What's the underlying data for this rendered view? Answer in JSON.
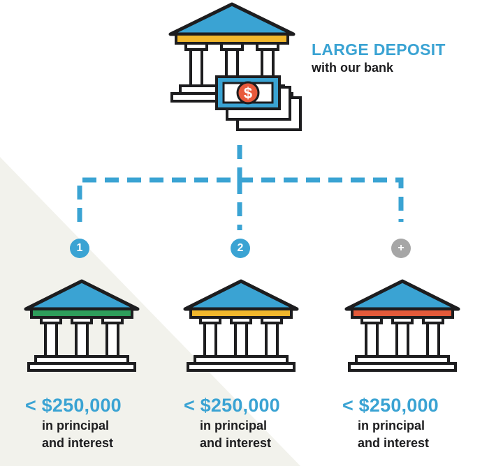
{
  "deposit": {
    "title": "LARGE DEPOSIT",
    "subtitle": "with our bank",
    "bill_symbol": "$"
  },
  "colors": {
    "blue": "#3aa3d3",
    "ink": "#1d1d1f",
    "gray_badge": "#a6a6a6",
    "band_top": "#f1b72c",
    "band_green": "#2e9e5b",
    "band_yellow": "#f1b72c",
    "band_red": "#e45a3a",
    "coin": "#e85a3c",
    "background_corner": "#f2f2ec"
  },
  "branches": [
    {
      "badge": "1",
      "amount": "< $250,000",
      "line1": "in principal",
      "line2": "and interest"
    },
    {
      "badge": "2",
      "amount": "< $250,000",
      "line1": "in principal",
      "line2": "and interest"
    },
    {
      "badge": "+",
      "amount": "< $250,000",
      "line1": "in principal",
      "line2": "and interest"
    }
  ]
}
